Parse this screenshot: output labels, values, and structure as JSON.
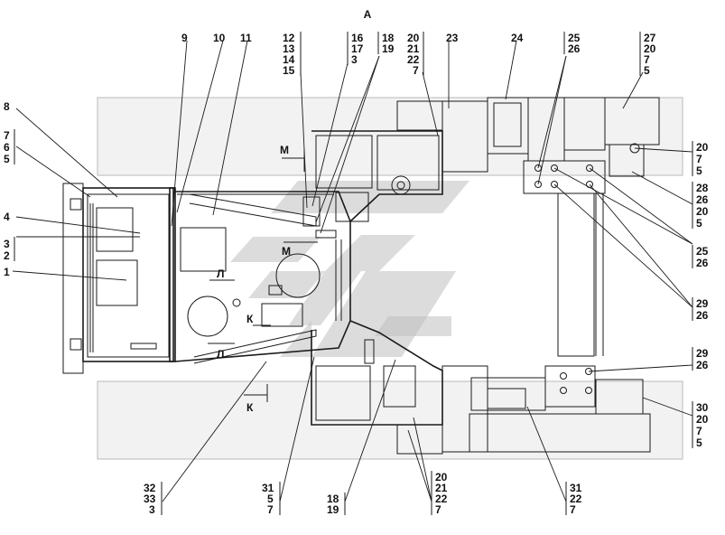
{
  "view_letter": "А",
  "callouts": {
    "c1": [
      "1"
    ],
    "c2": [
      "3",
      "2"
    ],
    "c3": [
      "4"
    ],
    "c4": [
      "7",
      "6",
      "5"
    ],
    "c5": [
      "8"
    ],
    "c6": [
      "9"
    ],
    "c7": [
      "10"
    ],
    "c8": [
      "11"
    ],
    "c9": [
      "12",
      "13",
      "14",
      "15"
    ],
    "c10": [
      "16",
      "17",
      "3"
    ],
    "c11": [
      "18",
      "19"
    ],
    "c12": [
      "20",
      "21",
      "22",
      "7"
    ],
    "c13": [
      "23"
    ],
    "c14": [
      "24"
    ],
    "c15": [
      "25",
      "26"
    ],
    "c16": [
      "27",
      "20",
      "7",
      "5"
    ],
    "c17": [
      "20",
      "7",
      "5"
    ],
    "c18": [
      "28",
      "26",
      "20",
      "5"
    ],
    "c19": [
      "25",
      "26"
    ],
    "c20": [
      "29",
      "26"
    ],
    "c21": [
      "29",
      "26"
    ],
    "c22": [
      "30",
      "20",
      "7",
      "5"
    ],
    "c23": [
      "32",
      "33",
      "3"
    ],
    "c24": [
      "31",
      "5",
      "7"
    ],
    "c25": [
      "18",
      "19"
    ],
    "c26": [
      "20",
      "21",
      "22",
      "7"
    ],
    "c27": [
      "31",
      "22",
      "7"
    ]
  },
  "section_marks": {
    "m_top": "М",
    "m_mid": "М",
    "l_top": "Л",
    "l_bot": "Л",
    "k_mid": "К",
    "k_bot": "К"
  },
  "colors": {
    "line": "#1a1a1a",
    "track": "#b9b9b9",
    "watermark": "#bfbfbf"
  }
}
